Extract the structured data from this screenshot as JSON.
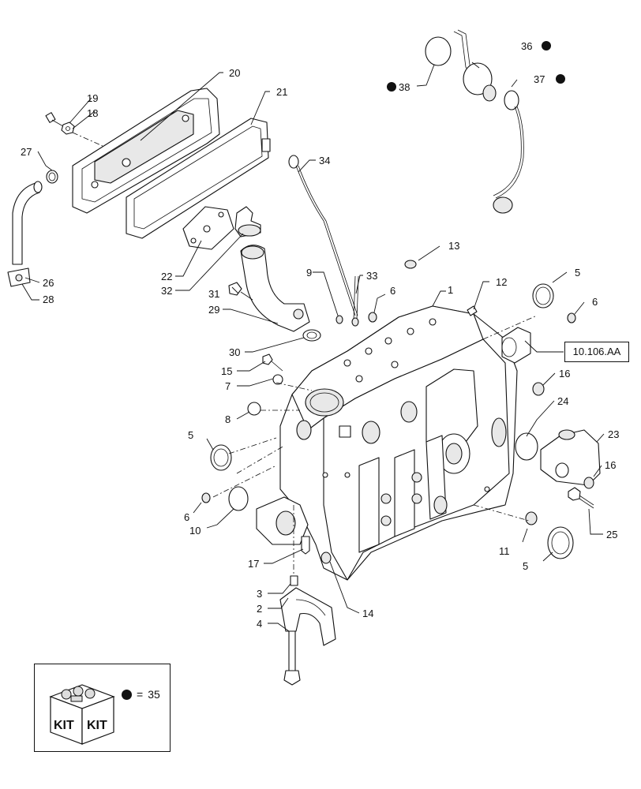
{
  "reference_box": {
    "label": "10.106.AA"
  },
  "kit_legend": {
    "icon": "kit-box-icon",
    "kit_word": "KIT",
    "equals": "=",
    "number": "35"
  },
  "callouts": [
    {
      "id": "c1",
      "label": "1"
    },
    {
      "id": "c2",
      "label": "2"
    },
    {
      "id": "c3",
      "label": "3"
    },
    {
      "id": "c4",
      "label": "4"
    },
    {
      "id": "c5a",
      "label": "5"
    },
    {
      "id": "c5b",
      "label": "5"
    },
    {
      "id": "c5c",
      "label": "5"
    },
    {
      "id": "c6a",
      "label": "6"
    },
    {
      "id": "c6b",
      "label": "6"
    },
    {
      "id": "c6c",
      "label": "6"
    },
    {
      "id": "c7",
      "label": "7"
    },
    {
      "id": "c8",
      "label": "8"
    },
    {
      "id": "c9",
      "label": "9"
    },
    {
      "id": "c10",
      "label": "10"
    },
    {
      "id": "c11",
      "label": "11"
    },
    {
      "id": "c12",
      "label": "12"
    },
    {
      "id": "c13",
      "label": "13"
    },
    {
      "id": "c14",
      "label": "14"
    },
    {
      "id": "c15",
      "label": "15"
    },
    {
      "id": "c16a",
      "label": "16"
    },
    {
      "id": "c16b",
      "label": "16"
    },
    {
      "id": "c17",
      "label": "17"
    },
    {
      "id": "c18",
      "label": "18"
    },
    {
      "id": "c19",
      "label": "19"
    },
    {
      "id": "c20",
      "label": "20"
    },
    {
      "id": "c21",
      "label": "21"
    },
    {
      "id": "c22",
      "label": "22"
    },
    {
      "id": "c23",
      "label": "23"
    },
    {
      "id": "c24",
      "label": "24"
    },
    {
      "id": "c25",
      "label": "25"
    },
    {
      "id": "c26",
      "label": "26"
    },
    {
      "id": "c27",
      "label": "27"
    },
    {
      "id": "c28",
      "label": "28"
    },
    {
      "id": "c29",
      "label": "29"
    },
    {
      "id": "c30",
      "label": "30"
    },
    {
      "id": "c31",
      "label": "31"
    },
    {
      "id": "c32",
      "label": "32"
    },
    {
      "id": "c33",
      "label": "33"
    },
    {
      "id": "c34",
      "label": "34"
    },
    {
      "id": "c36",
      "label": "36"
    },
    {
      "id": "c37",
      "label": "37"
    },
    {
      "id": "c38",
      "label": "38"
    }
  ]
}
